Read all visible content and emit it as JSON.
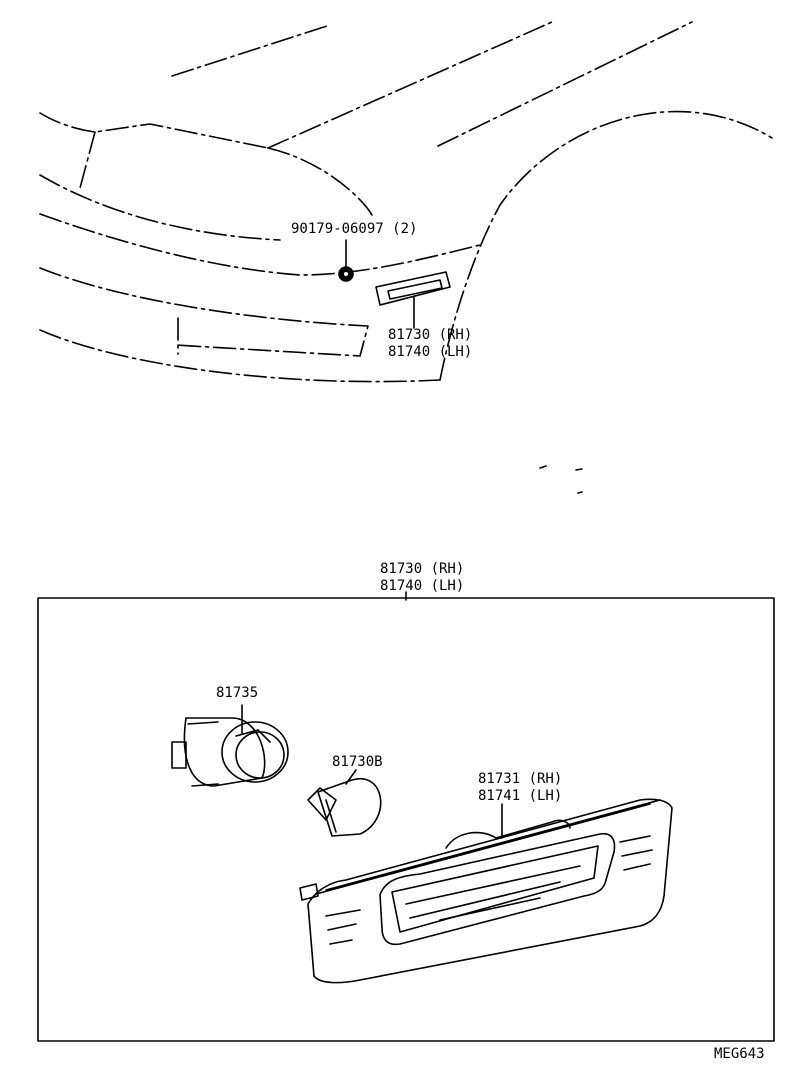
{
  "callouts": {
    "clip": "90179-06097 (2)",
    "lamp_assy_rh_top": "81730 (RH)",
    "lamp_assy_lh_top": "81740 (LH)",
    "lamp_assy_rh_box": "81730 (RH)",
    "lamp_assy_lh_box": "81740 (LH)",
    "socket": "81735",
    "bulb": "81730B",
    "lens_rh": "81731 (RH)",
    "lens_lh": "81741 (LH)"
  },
  "drawing_code": "MEG643"
}
